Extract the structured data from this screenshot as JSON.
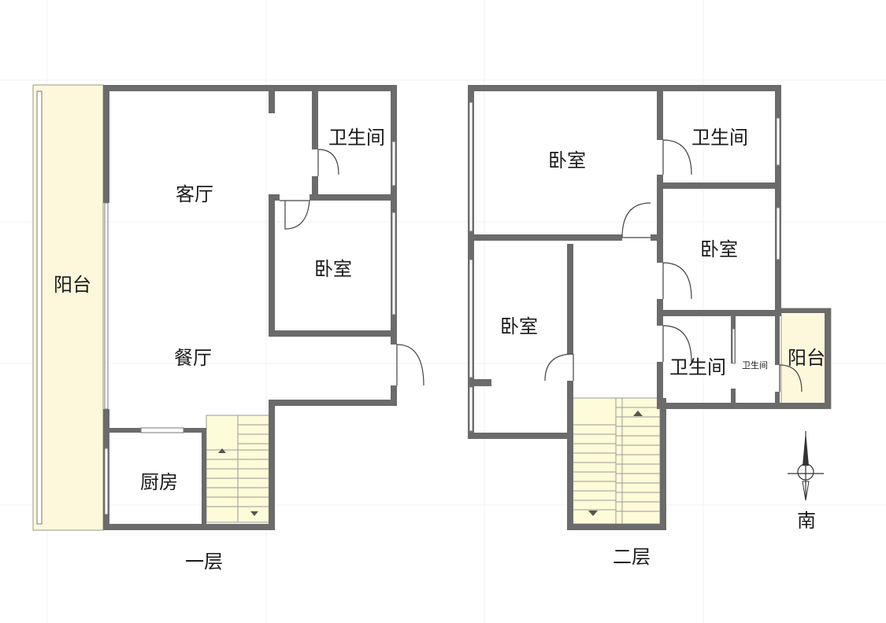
{
  "floors": {
    "first": {
      "caption": "一层",
      "rooms": {
        "balcony": "阳台",
        "living_room": "客厅",
        "dining_room": "餐厅",
        "bathroom": "卫生间",
        "bedroom": "卧室",
        "kitchen": "厨房"
      }
    },
    "second": {
      "caption": "二层",
      "rooms": {
        "bedroom_top_left": "卧室",
        "bathroom_top_right": "卫生间",
        "bedroom_right": "卧室",
        "bedroom_left": "卧室",
        "bathroom_bottom": "卫生间",
        "bathroom_small": "卫生间",
        "balcony": "阳台"
      }
    }
  },
  "compass": {
    "direction_label": "南"
  },
  "colors": {
    "wall": "#6b6b6b",
    "balcony_fill": "#fdf8dc",
    "stair_fill": "#fdfbd8"
  }
}
